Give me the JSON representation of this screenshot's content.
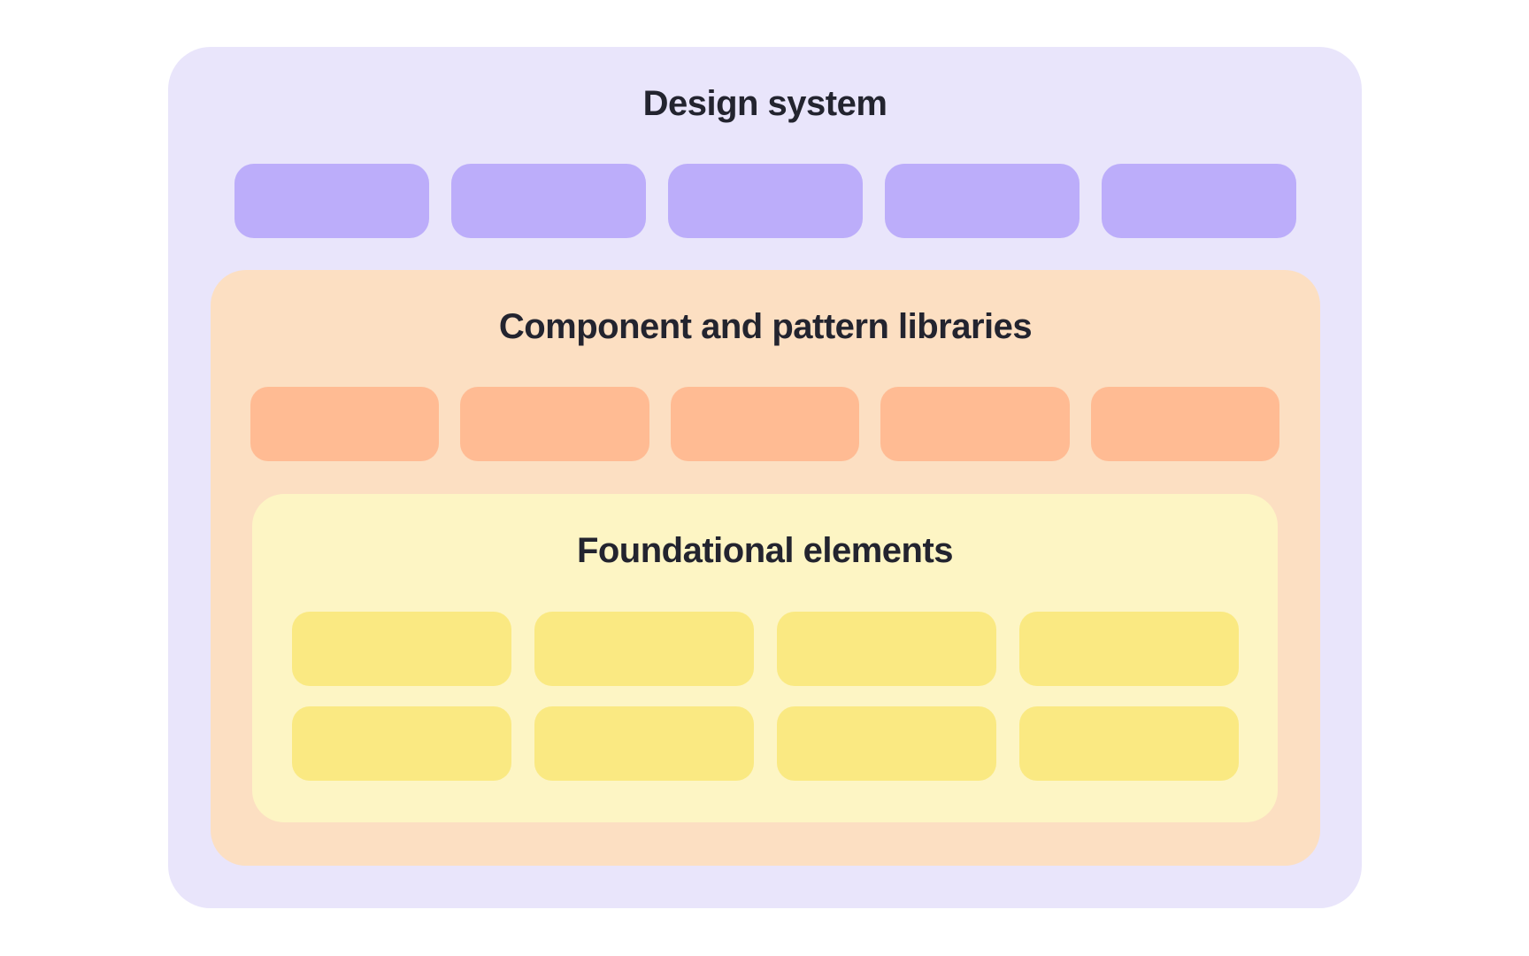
{
  "diagram": {
    "canvas_bg": "#ffffff",
    "title_color": "#23242f",
    "layers": [
      {
        "name": "design-system",
        "title": "Design system",
        "bg": "#e9e5fb",
        "block_color": "#bcadfa",
        "block_rows": [
          5
        ]
      },
      {
        "name": "component-and-pattern-libraries",
        "title": "Component and pattern libraries",
        "bg": "#fcdfc2",
        "block_color": "#ffbb93",
        "block_rows": [
          5
        ]
      },
      {
        "name": "foundational-elements",
        "title": "Foundational elements",
        "bg": "#fdf5c4",
        "block_color": "#fae982",
        "block_rows": [
          4,
          4
        ]
      }
    ]
  }
}
